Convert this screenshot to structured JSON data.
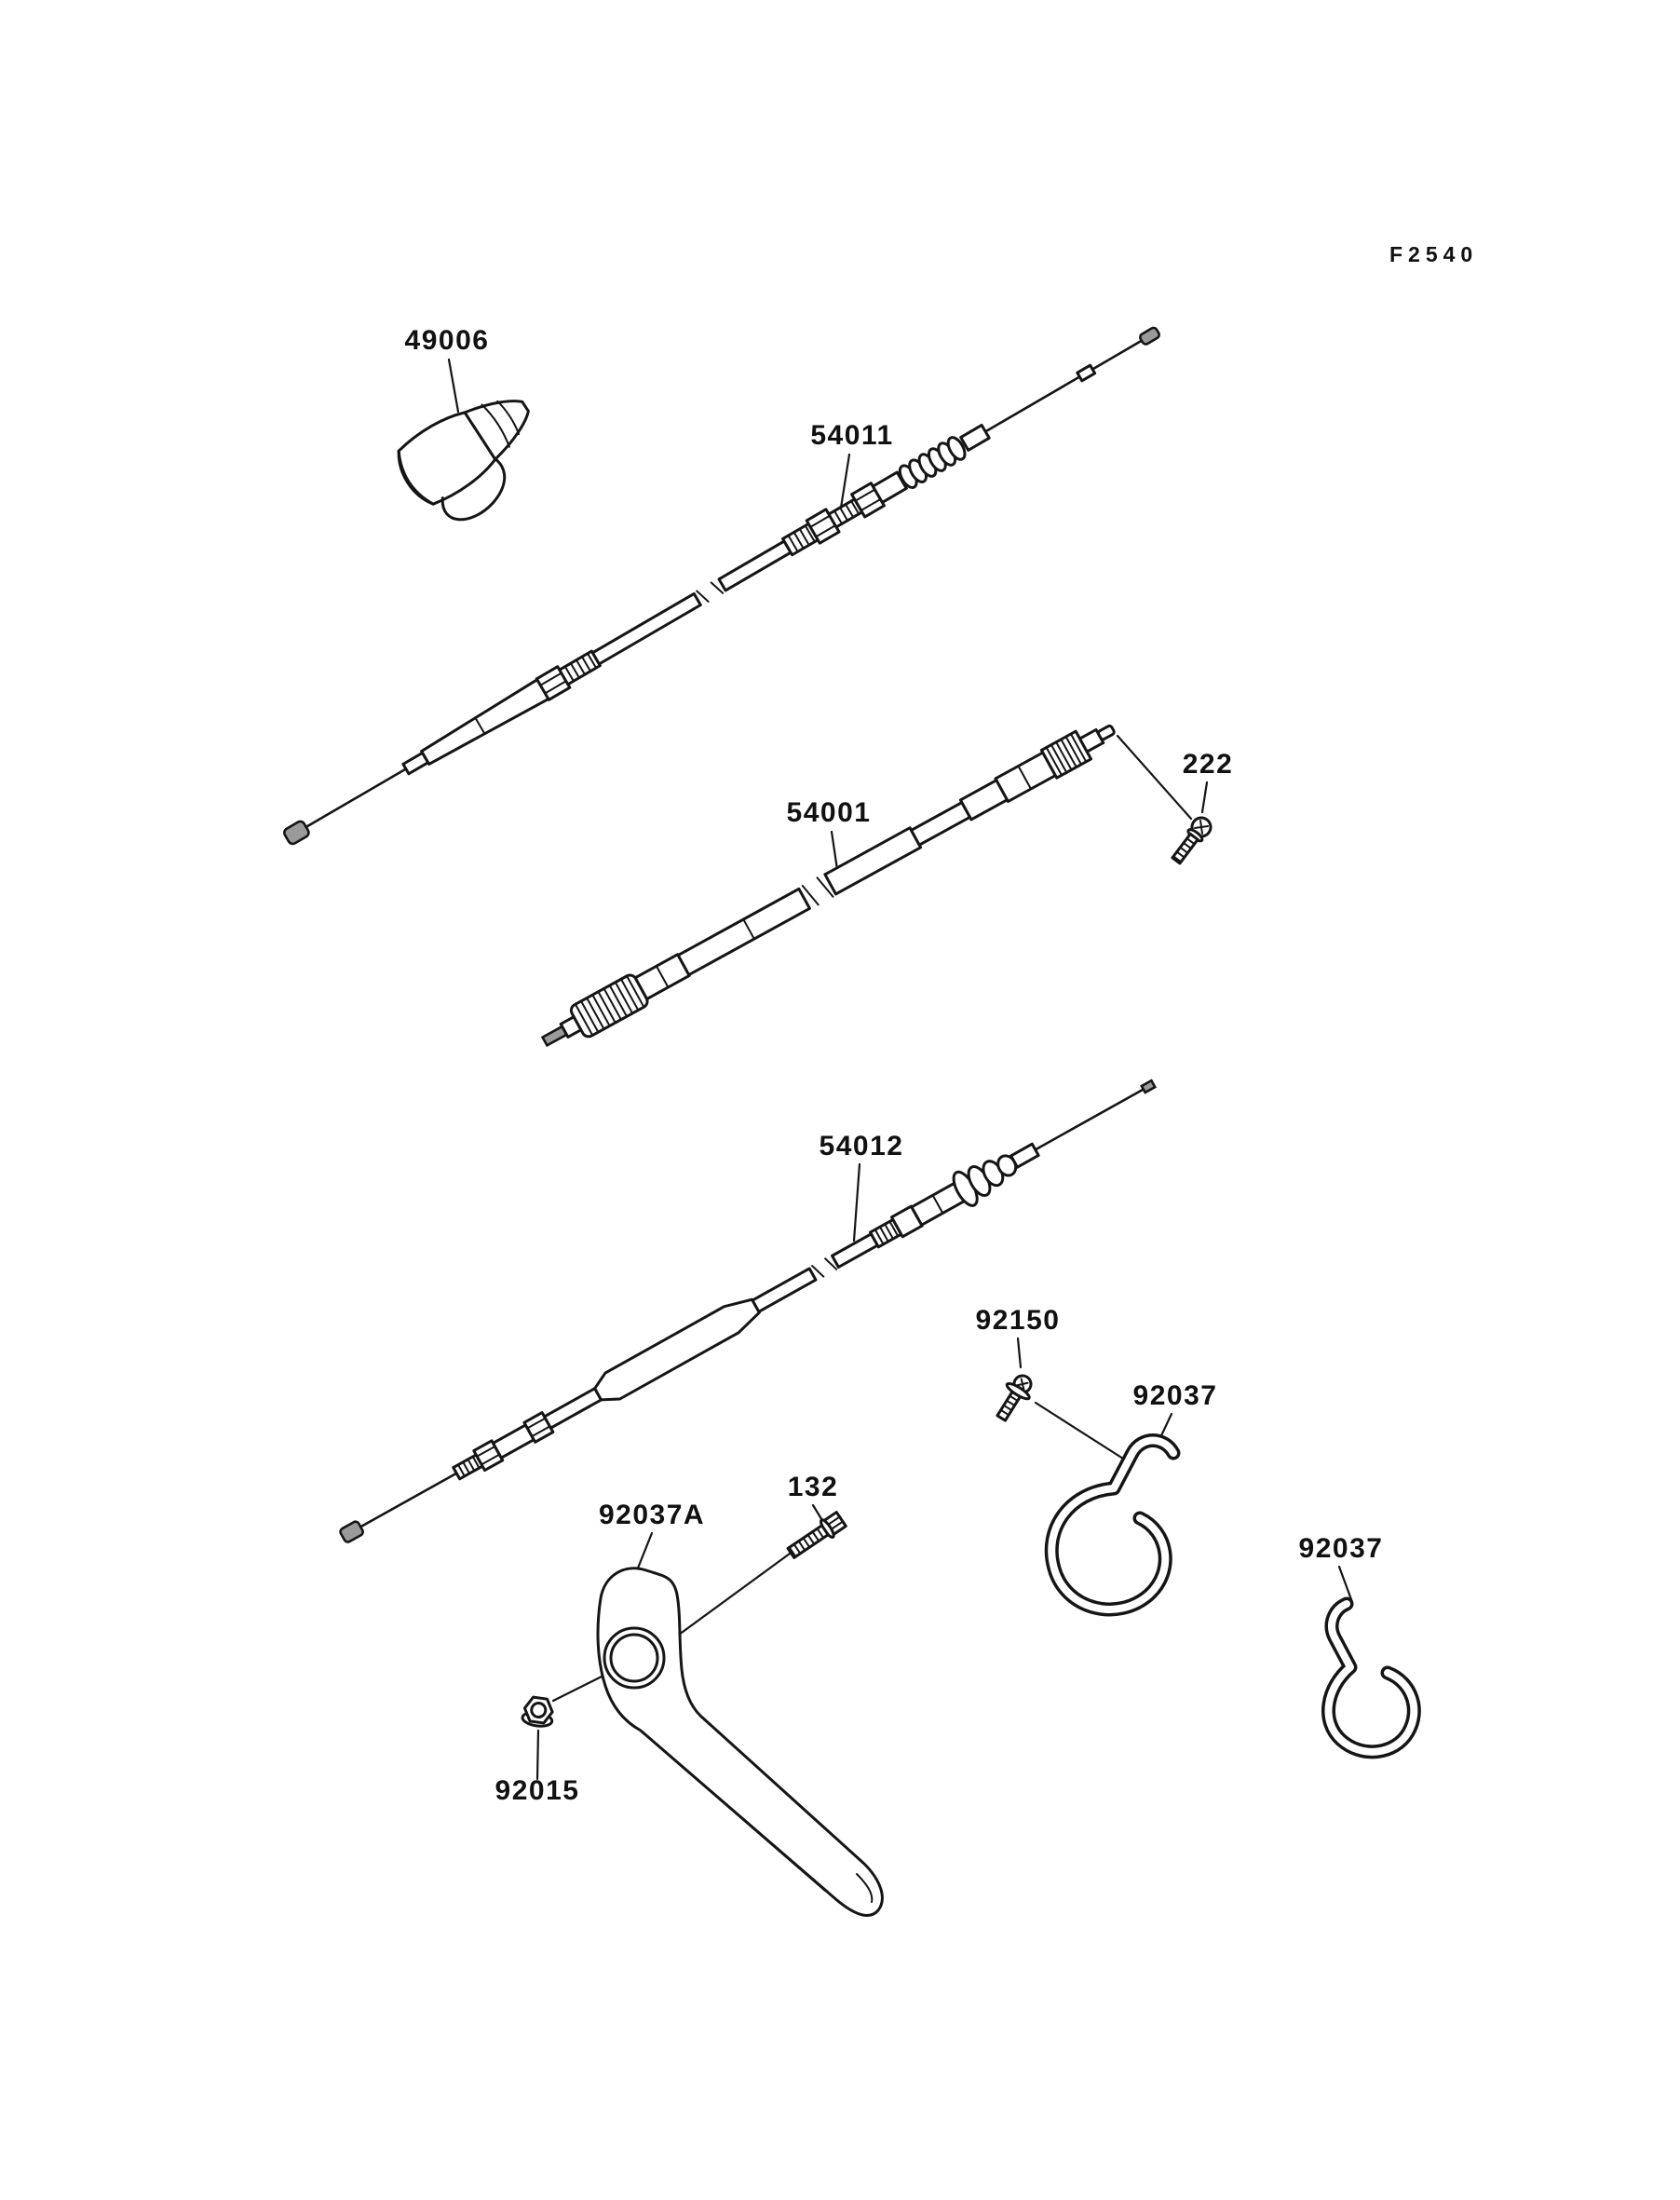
{
  "figure_code": "F2540",
  "callouts": [
    {
      "text": "49006"
    },
    {
      "text": "54011"
    },
    {
      "text": "54001"
    },
    {
      "text": "222"
    },
    {
      "text": "54012"
    },
    {
      "text": "92150"
    },
    {
      "text": "92037"
    },
    {
      "text": "132"
    },
    {
      "text": "92037A"
    },
    {
      "text": "92015"
    },
    {
      "text": "92037"
    }
  ],
  "colors": {
    "background": "#ffffff",
    "ink": "#151515"
  }
}
